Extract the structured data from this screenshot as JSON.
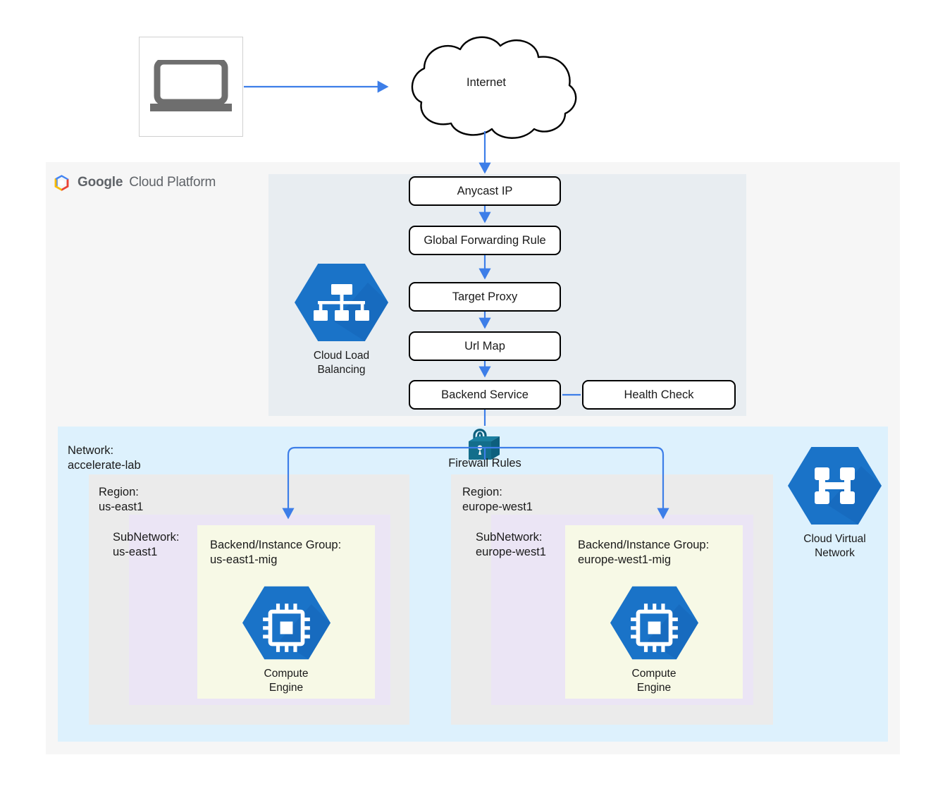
{
  "diagram": {
    "title": "Google Cloud Platform global HTTP load balancing architecture",
    "colors": {
      "accent_blue": "#4285f4",
      "connector_blue": "#3d7ee8",
      "gcp_panel": "#f6f6f6",
      "lb_panel": "#e8edf1",
      "network": "#ddf1fd",
      "region": "#ebebeb",
      "subnetwork": "#ebe5f5",
      "backend": "#f7f9e6",
      "hex_icon": "#1a73c8",
      "firewall_teal": "#136e8b",
      "laptop_gray": "#6e6e6e"
    }
  },
  "client": {
    "icon": "laptop-icon"
  },
  "internet": {
    "label": "Internet",
    "icon": "cloud-icon"
  },
  "gcp": {
    "brand_bold": "Google",
    "brand_light": "Cloud Platform",
    "logo_icon": "google-cloud-platform-logo-icon"
  },
  "load_balancing": {
    "icon": "cloud-load-balancing-icon",
    "caption": "Cloud Load\nBalancing",
    "flow": [
      {
        "id": "anycast-ip",
        "label": "Anycast IP"
      },
      {
        "id": "global-forwarding-rule",
        "label": "Global Forwarding Rule"
      },
      {
        "id": "target-proxy",
        "label": "Target Proxy"
      },
      {
        "id": "url-map",
        "label": "Url Map"
      },
      {
        "id": "backend-service",
        "label": "Backend Service"
      }
    ],
    "health_check": {
      "id": "health-check",
      "label": "Health Check"
    }
  },
  "firewall": {
    "label": "Firewall Rules",
    "icon": "padlock-icon"
  },
  "network": {
    "label": "Network:\naccelerate-lab",
    "virtual_network_icon": "cloud-virtual-network-icon",
    "virtual_network_caption": "Cloud Virtual\nNetwork",
    "regions": [
      {
        "id": "us-east1",
        "label": "Region:\nus-east1",
        "subnetwork_label": "SubNetwork:\nus-east1",
        "backend_label": "Backend/Instance Group:\nus-east1-mig",
        "compute_icon": "compute-engine-icon",
        "compute_caption": "Compute\nEngine"
      },
      {
        "id": "europe-west1",
        "label": "Region:\neurope-west1",
        "subnetwork_label": "SubNetwork:\neurope-west1",
        "backend_label": "Backend/Instance Group:\neurope-west1-mig",
        "compute_icon": "compute-engine-icon",
        "compute_caption": "Compute\nEngine"
      }
    ]
  }
}
